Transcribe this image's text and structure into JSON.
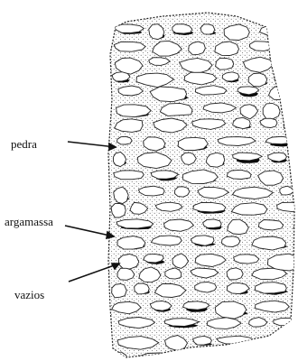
{
  "figure": {
    "labels": {
      "stone": "pedra",
      "mortar": "argamassa",
      "voids": "vazios"
    }
  },
  "colors": {
    "ink": "#111111",
    "paper": "#ffffff",
    "void": "#0a0a0a",
    "mortar_dots": "#555555"
  }
}
